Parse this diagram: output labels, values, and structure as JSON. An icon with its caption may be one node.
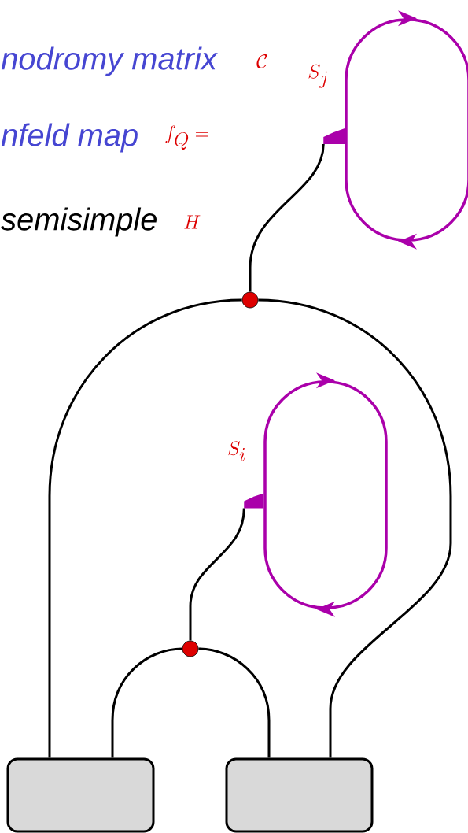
{
  "diagram": {
    "nodes": [
      {
        "text": [],
        "shape": "loop"
      },
      {
        "text": [],
        "shape": "circle"
      },
      {
        "text": [],
        "shape": "loop"
      },
      {
        "text": [],
        "shape": "circle"
      },
      {
        "text": [],
        "shape": "box"
      },
      {
        "text": [],
        "shape": "box"
      }
    ],
    "edges": [
      {
        "from": 4,
        "to": 1,
        "arrow": "none"
      },
      {
        "from": 1,
        "to": 5,
        "arrow": "none"
      },
      {
        "from": 4,
        "to": 3,
        "arrow": "none"
      },
      {
        "from": 3,
        "to": 5,
        "arrow": "none"
      },
      {
        "from": 1,
        "to": 0,
        "arrow": "none"
      },
      {
        "from": 3,
        "to": 2,
        "arrow": "none"
      }
    ],
    "labels": [
      "nodromy matrix",
      "\\mathcal{C}",
      "nfeld map",
      "f_Q =",
      "semisimple",
      "H",
      "S_j",
      "S_i"
    ]
  }
}
